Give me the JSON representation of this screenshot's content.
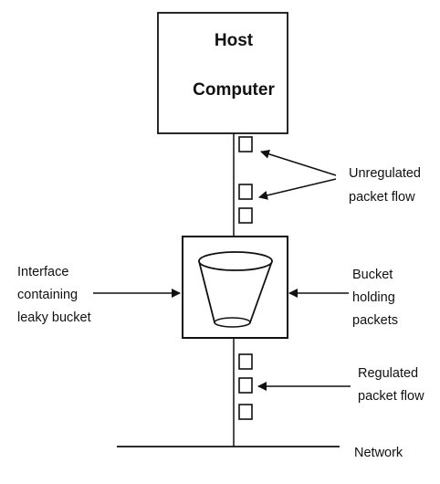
{
  "diagram": {
    "host": {
      "line1": "Host",
      "line2": "Computer"
    },
    "labels": {
      "unregulated": [
        "Unregulated",
        "packet flow"
      ],
      "interface": [
        "Interface",
        "containing",
        "leaky bucket"
      ],
      "bucket": [
        "Bucket",
        "holding",
        "packets"
      ],
      "regulated": [
        "Regulated",
        "packet flow"
      ],
      "network": "Network"
    },
    "icons": [
      "packet-icon",
      "bucket-icon",
      "arrow-icon"
    ],
    "colors": {
      "stroke": "#111111",
      "background": "#ffffff"
    }
  }
}
